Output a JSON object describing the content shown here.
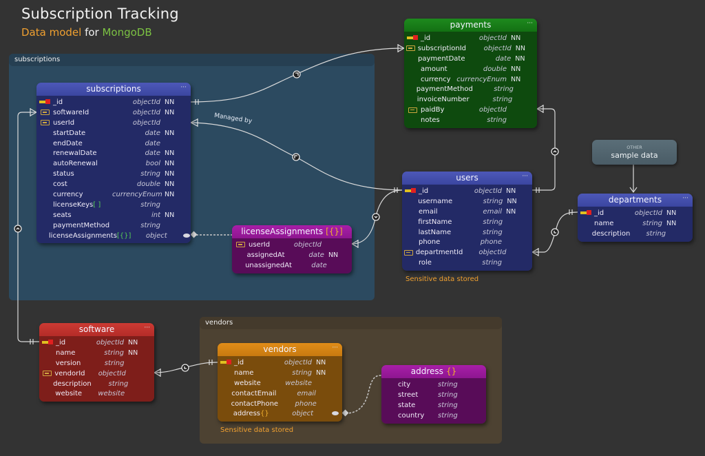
{
  "header": {
    "title": "Subscription Tracking",
    "subtitle_part1": "Data model",
    "subtitle_part2": "for",
    "subtitle_part3": "MongoDB"
  },
  "containers": {
    "subscriptions": "subscriptions",
    "vendors": "vendors"
  },
  "relationship_label": "Managed by",
  "other_box": {
    "label": "OTHER",
    "text": "sample data"
  },
  "notes": {
    "users": "Sensitive data stored",
    "vendors": "Sensitive data stored"
  },
  "more_icon": "···",
  "entities": {
    "subscriptions": {
      "name": "subscriptions",
      "fields": [
        {
          "key": "pk",
          "name": "_id",
          "type": "objectId",
          "nn": "NN"
        },
        {
          "key": "fk",
          "name": "softwareId",
          "type": "objectId",
          "nn": "NN"
        },
        {
          "key": "fk",
          "name": "userId",
          "type": "objectId",
          "nn": ""
        },
        {
          "key": "",
          "name": "startDate",
          "type": "date",
          "nn": "NN"
        },
        {
          "key": "",
          "name": "endDate",
          "type": "date",
          "nn": ""
        },
        {
          "key": "",
          "name": "renewalDate",
          "type": "date",
          "nn": "NN"
        },
        {
          "key": "",
          "name": "autoRenewal",
          "type": "bool",
          "nn": "NN"
        },
        {
          "key": "",
          "name": "status",
          "type": "string",
          "nn": "NN"
        },
        {
          "key": "",
          "name": "cost",
          "type": "double",
          "nn": "NN"
        },
        {
          "key": "",
          "name": "currency",
          "type": "currencyEnum",
          "nn": "NN"
        },
        {
          "key": "",
          "name": "licenseKeys",
          "suffix": "[ ]",
          "type": "string",
          "nn": ""
        },
        {
          "key": "",
          "name": "seats",
          "type": "int",
          "nn": "NN"
        },
        {
          "key": "",
          "name": "paymentMethod",
          "type": "string",
          "nn": ""
        },
        {
          "key": "",
          "name": "licenseAssignments",
          "suffix": "[{}]",
          "type": "object",
          "nn": "",
          "eye": true
        }
      ]
    },
    "payments": {
      "name": "payments",
      "fields": [
        {
          "key": "pk",
          "name": "_id",
          "type": "objectId",
          "nn": "NN"
        },
        {
          "key": "fk",
          "name": "subscriptionId",
          "type": "objectId",
          "nn": "NN"
        },
        {
          "key": "",
          "name": "paymentDate",
          "type": "date",
          "nn": "NN"
        },
        {
          "key": "",
          "name": "amount",
          "type": "double",
          "nn": "NN"
        },
        {
          "key": "",
          "name": "currency",
          "type": "currencyEnum",
          "nn": "NN"
        },
        {
          "key": "",
          "name": "paymentMethod",
          "type": "string",
          "nn": ""
        },
        {
          "key": "",
          "name": "invoiceNumber",
          "type": "string",
          "nn": ""
        },
        {
          "key": "fk",
          "name": "paidBy",
          "type": "objectId",
          "nn": ""
        },
        {
          "key": "",
          "name": "notes",
          "type": "string",
          "nn": ""
        }
      ]
    },
    "users": {
      "name": "users",
      "fields": [
        {
          "key": "pk",
          "name": "_id",
          "type": "objectId",
          "nn": "NN"
        },
        {
          "key": "",
          "name": "username",
          "type": "string",
          "nn": "NN"
        },
        {
          "key": "",
          "name": "email",
          "type": "email",
          "nn": "NN"
        },
        {
          "key": "",
          "name": "firstName",
          "type": "string",
          "nn": ""
        },
        {
          "key": "",
          "name": "lastName",
          "type": "string",
          "nn": ""
        },
        {
          "key": "",
          "name": "phone",
          "type": "phone",
          "nn": ""
        },
        {
          "key": "fk",
          "name": "departmentId",
          "type": "objectId",
          "nn": ""
        },
        {
          "key": "",
          "name": "role",
          "type": "string",
          "nn": ""
        }
      ]
    },
    "departments": {
      "name": "departments",
      "fields": [
        {
          "key": "pk",
          "name": "_id",
          "type": "objectId",
          "nn": "NN"
        },
        {
          "key": "",
          "name": "name",
          "type": "string",
          "nn": "NN"
        },
        {
          "key": "",
          "name": "description",
          "type": "string",
          "nn": ""
        }
      ]
    },
    "licenseAssignments": {
      "name": "licenseAssignments",
      "suffix": "[{}]",
      "fields": [
        {
          "key": "fk",
          "name": "userId",
          "type": "objectId",
          "nn": ""
        },
        {
          "key": "",
          "name": "assignedAt",
          "type": "date",
          "nn": "NN"
        },
        {
          "key": "",
          "name": "unassignedAt",
          "type": "date",
          "nn": ""
        }
      ]
    },
    "software": {
      "name": "software",
      "fields": [
        {
          "key": "pk",
          "name": "_id",
          "type": "objectId",
          "nn": "NN"
        },
        {
          "key": "",
          "name": "name",
          "type": "string",
          "nn": "NN"
        },
        {
          "key": "",
          "name": "version",
          "type": "string",
          "nn": ""
        },
        {
          "key": "fk",
          "name": "vendorId",
          "type": "objectId",
          "nn": ""
        },
        {
          "key": "",
          "name": "description",
          "type": "string",
          "nn": ""
        },
        {
          "key": "",
          "name": "website",
          "type": "website",
          "nn": ""
        }
      ]
    },
    "vendors": {
      "name": "vendors",
      "fields": [
        {
          "key": "pk",
          "name": "_id",
          "type": "objectId",
          "nn": "NN"
        },
        {
          "key": "",
          "name": "name",
          "type": "string",
          "nn": "NN"
        },
        {
          "key": "",
          "name": "website",
          "type": "website",
          "nn": ""
        },
        {
          "key": "",
          "name": "contactEmail",
          "type": "email",
          "nn": ""
        },
        {
          "key": "",
          "name": "contactPhone",
          "type": "phone",
          "nn": ""
        },
        {
          "key": "",
          "name": "address",
          "suffix": "{}",
          "type": "object",
          "nn": "",
          "eye": true
        }
      ]
    },
    "address": {
      "name": "address",
      "suffix": "{}",
      "fields": [
        {
          "key": "",
          "name": "city",
          "type": "string",
          "nn": ""
        },
        {
          "key": "",
          "name": "street",
          "type": "string",
          "nn": ""
        },
        {
          "key": "",
          "name": "state",
          "type": "string",
          "nn": ""
        },
        {
          "key": "",
          "name": "country",
          "type": "string",
          "nn": ""
        }
      ]
    }
  }
}
